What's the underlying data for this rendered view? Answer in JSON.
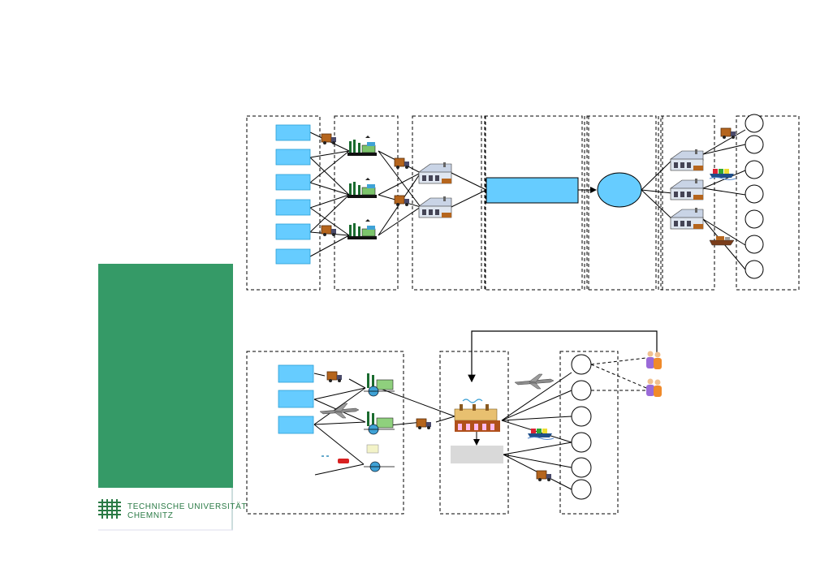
{
  "brand": {
    "line1": "TECHNISCHE UNIVERSITÄT",
    "line2": "CHEMNITZ",
    "accent": "#359a67",
    "logo_green": "#2a7a45"
  },
  "colors": {
    "box_fill": "#66ccff",
    "box_stroke": "#2a9fd6",
    "grey_box": "#d9d9d9",
    "line": "#000000"
  },
  "icons": [
    "truck-icon",
    "factory-icon",
    "warehouse-icon",
    "airplane-icon",
    "ship-icon",
    "container-ship-icon",
    "people-icon",
    "wave-factory-icon"
  ],
  "top_diagram": {
    "stages": 8
  },
  "bottom_diagram": {
    "stages": 3
  }
}
